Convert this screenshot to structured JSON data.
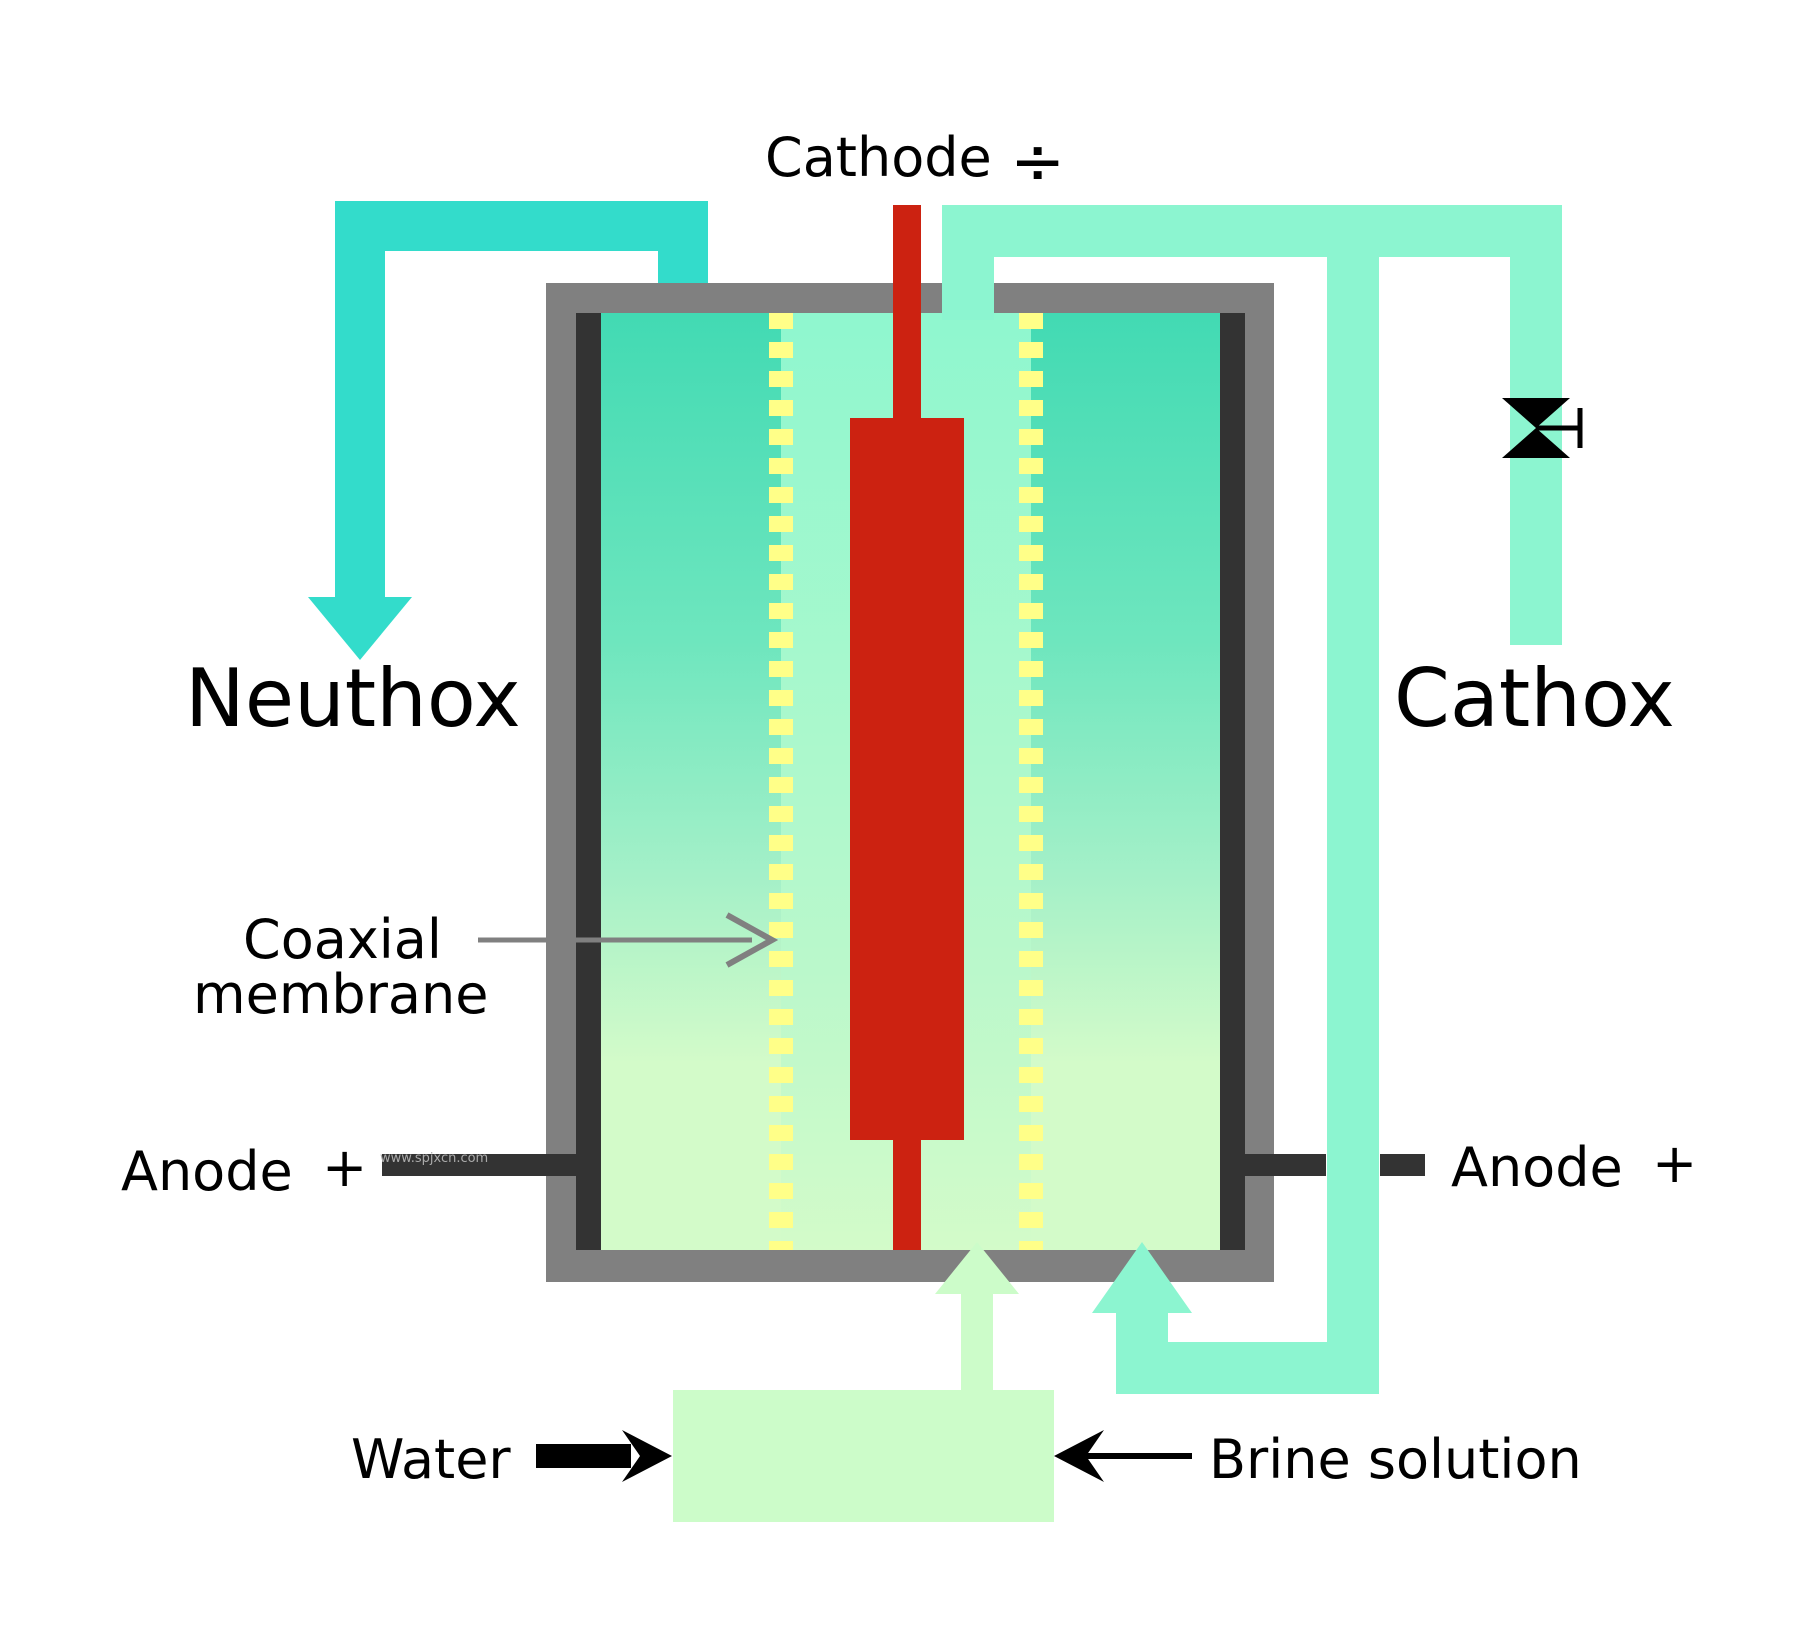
{
  "labels": {
    "cathode": "Cathode",
    "cathode_sign": "÷",
    "neuthox": "Neuthox",
    "cathox": "Cathox",
    "membrane": "Coaxial",
    "membrane_line2": "membrane",
    "anode_left": "Anode",
    "anode_left_sign": "+",
    "anode_right": "Anode",
    "anode_right_sign": "+",
    "water": "Water",
    "brine": "Brine solution",
    "watermark": "www.spjxcn.com"
  },
  "colors": {
    "neuthox_pipe": "#33dccb",
    "cathox_pipe": "#8cf5d0",
    "feed": "#ccfcc9",
    "cell_wall": "#808080",
    "anode": "#333333",
    "cathode": "#cc2211",
    "membrane": "#ffff88",
    "catholyte": "#8ff7cf",
    "anolyte_top": "#42dab3",
    "anolyte_bottom": "#d3fbc9"
  },
  "icons": {
    "valve": "valve-icon",
    "water_arrow": "arrow-right-icon",
    "brine_arrow": "arrow-left-icon",
    "membrane_pointer": "arrow-right-icon",
    "neuthox_arrow": "arrow-down-icon",
    "feed_arrow": "arrow-up-icon"
  }
}
